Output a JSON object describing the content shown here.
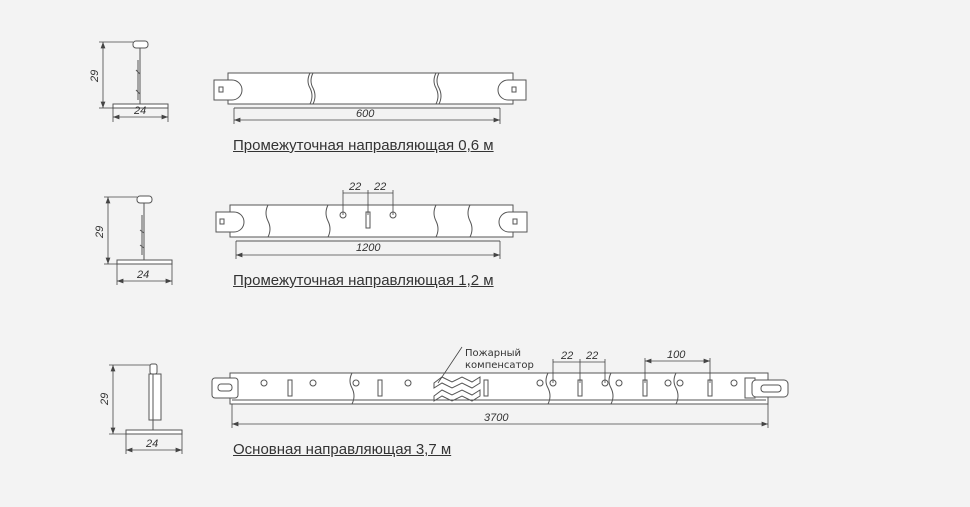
{
  "rails": [
    {
      "title": "Промежуточная направляющая 0,6 м",
      "length_label": "600",
      "height_label": "29",
      "width_label": "24"
    },
    {
      "title": "Промежуточная направляющая 1,2 м",
      "length_label": "1200",
      "height_label": "29",
      "width_label": "24",
      "spacing_labels": [
        "22",
        "22"
      ]
    },
    {
      "title": "Основная направляющая 3,7 м",
      "length_label": "3700",
      "height_label": "29",
      "width_label": "24",
      "spacing_labels": [
        "22",
        "22"
      ],
      "pitch_label": "100",
      "note_lines": [
        "Пожарный",
        "компенсатор"
      ]
    }
  ]
}
